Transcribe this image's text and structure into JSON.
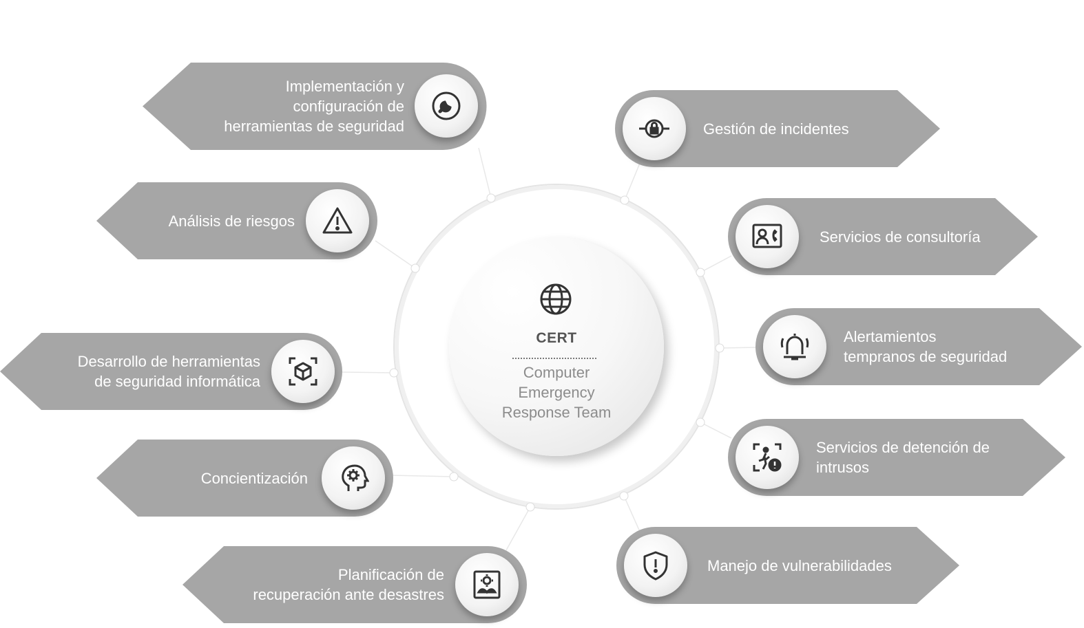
{
  "center": {
    "title": "CERT",
    "subtitle": "Computer\nEmergency\nResponse Team",
    "icon": "globe-icon"
  },
  "colors": {
    "pill": "#a6a6a6",
    "label_text": "#ffffff",
    "icon_stroke": "#333333",
    "center_title": "#555555",
    "center_subtitle": "#8c8c8c"
  },
  "left_items": [
    {
      "label": "Implementación y\nconfiguración de\nherramientas de seguridad",
      "icon": "wrench-icon"
    },
    {
      "label": "Análisis de riesgos",
      "icon": "warning-triangle-icon"
    },
    {
      "label": "Desarrollo de herramientas\nde seguridad informática",
      "icon": "cube-scan-icon"
    },
    {
      "label": "Concientización",
      "icon": "head-gear-icon"
    },
    {
      "label": "Planificación de\nrecuperación ante desastres",
      "icon": "recovery-frame-icon"
    }
  ],
  "right_items": [
    {
      "label": "Gestión de incidentes",
      "icon": "lock-network-icon"
    },
    {
      "label": "Servicios de consultoría",
      "icon": "consultant-phone-icon"
    },
    {
      "label": "Alertamientos\ntempranos de seguridad",
      "icon": "alarm-bell-icon"
    },
    {
      "label": "Servicios de detención de\nintrusos",
      "icon": "intruder-scan-icon"
    },
    {
      "label": "Manejo de vulnerabilidades",
      "icon": "shield-alert-icon"
    }
  ]
}
